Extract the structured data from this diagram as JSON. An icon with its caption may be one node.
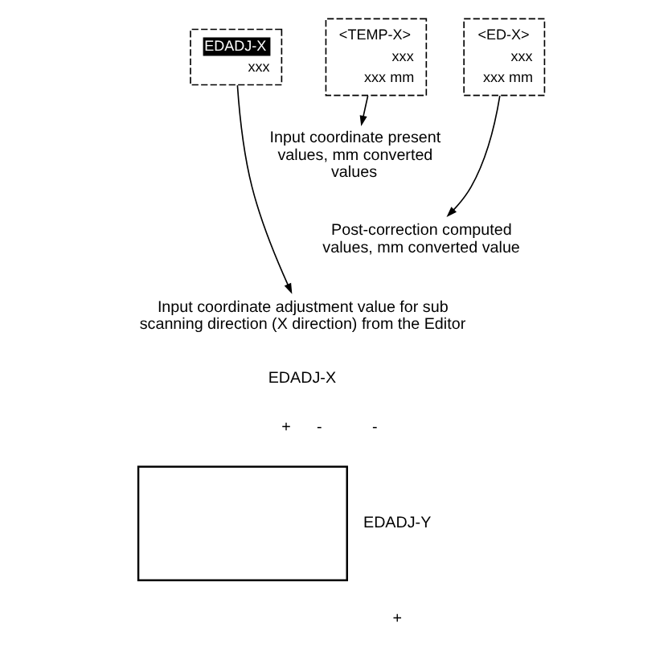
{
  "diagram": {
    "nodes": [
      {
        "text": [
          "EDADJ-X",
          "xxx"
        ]
      },
      {
        "text": [
          "<TEMP-X>",
          "xxx",
          "xxx mm"
        ]
      },
      {
        "text": [
          "<ED-X>",
          "xxx",
          "xxx mm"
        ]
      },
      {
        "text": [
          "Input coordinate present values, mm converted values"
        ]
      },
      {
        "text": [
          "Post-correction computed values, mm converted value"
        ]
      },
      {
        "text": [
          "Input coordinate adjustment value for sub scanning direction (X direction) from the Editor"
        ]
      },
      {
        "text": [],
        "shape": "box"
      }
    ],
    "edges": [
      {
        "from": 0,
        "to": 5,
        "arrow": "to"
      },
      {
        "from": 1,
        "to": 3,
        "arrow": "to"
      },
      {
        "from": 2,
        "to": 4,
        "arrow": "to"
      }
    ],
    "labels": [
      "EDADJ-X",
      "+",
      "-",
      "-",
      "EDADJ-Y",
      "+"
    ]
  }
}
